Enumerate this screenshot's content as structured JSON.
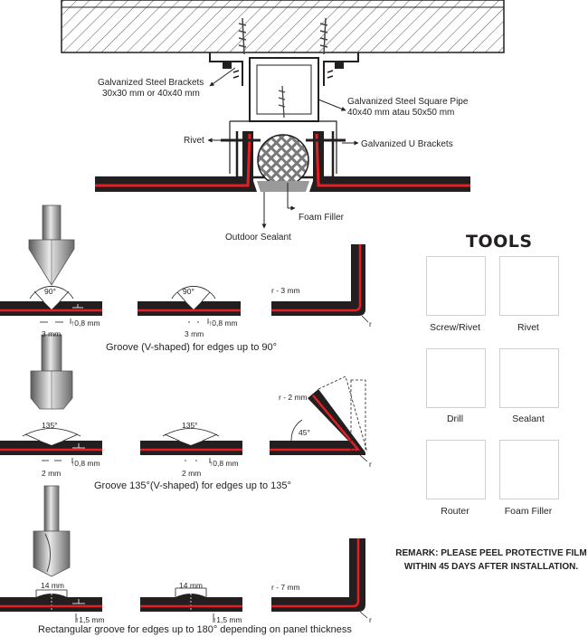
{
  "assembly": {
    "brackets_label_line1": "Galvanized Steel Brackets",
    "brackets_label_line2": "30x30 mm or 40x40 mm",
    "pipe_label_line1": "Galvanized Steel Square Pipe",
    "pipe_label_line2": "40x40 mm atau 50x50 mm",
    "rivet_label": "Rivet",
    "ubrackets_label": "Galvanized U Brackets",
    "foam_label": "Foam Filler",
    "sealant_label": "Outdoor Sealant"
  },
  "groove90": {
    "angle1": "90°",
    "angle2": "90°",
    "width1": "3 mm",
    "width2": "3 mm",
    "depth1": "0,8 mm",
    "depth2": "0,8 mm",
    "radius": "r - 3 mm",
    "r": "r",
    "caption": "Groove (V-shaped) for edges up to 90°"
  },
  "groove135": {
    "angle1": "135°",
    "angle2": "135°",
    "width1": "2 mm",
    "width2": "2 mm",
    "depth1": "0,8 mm",
    "depth2": "0,8 mm",
    "radius": "r - 2 mm",
    "angle45": "45°",
    "r": "r",
    "caption": "Groove 135°(V-shaped) for edges up to 135°"
  },
  "groove180": {
    "width1": "14 mm",
    "width2": "14 mm",
    "depth1": "1,5 mm",
    "depth2": "1,5 mm",
    "radius": "r - 7 mm",
    "r": "r",
    "caption": "Rectangular groove for edges up to 180° depending on panel thickness"
  },
  "tools": {
    "title": "TOOLS",
    "items": [
      {
        "label": "Screw/Rivet",
        "icon": "screw-rivet-icon"
      },
      {
        "label": "Rivet",
        "icon": "rivet-gun-icon"
      },
      {
        "label": "Drill",
        "icon": "drill-icon"
      },
      {
        "label": "Sealant",
        "icon": "sealant-gun-icon"
      },
      {
        "label": "Router",
        "icon": "router-icon"
      },
      {
        "label": "Foam Filler",
        "icon": "foam-filler-icon"
      }
    ]
  },
  "remark": {
    "line1": "REMARK: PLEASE PEEL PROTECTIVE FILM",
    "line2": "WITHIN 45 DAYS AFTER INSTALLATION."
  },
  "colors": {
    "panel": "#231f20",
    "core": "#e31e24",
    "metal": "#9a9a9a"
  }
}
